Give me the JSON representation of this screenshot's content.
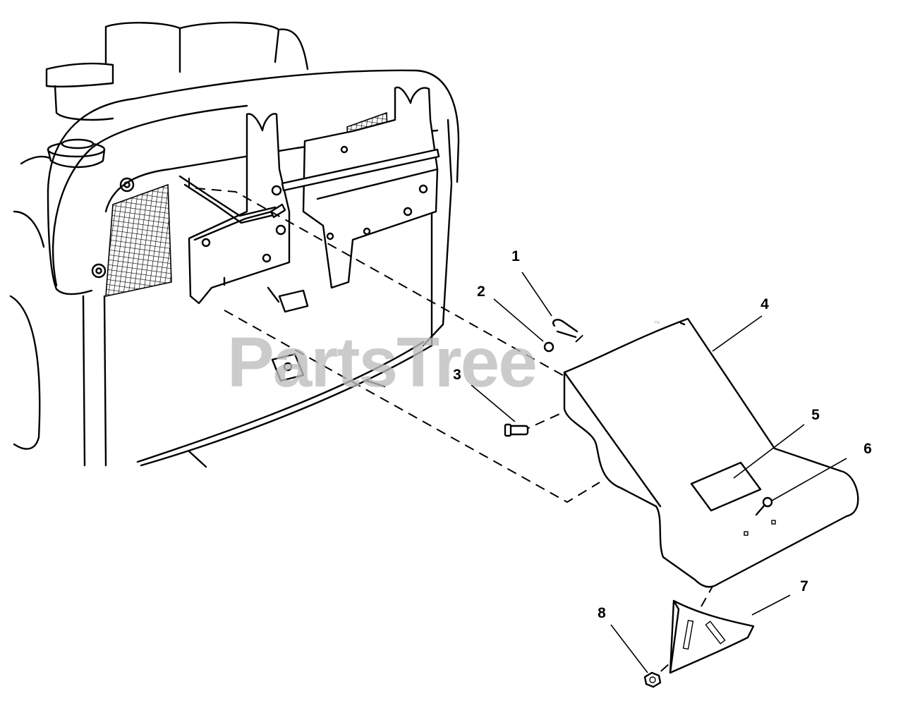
{
  "watermark": {
    "text": "PartsTree",
    "trademark": "™",
    "color": "#bdbdbd"
  },
  "callouts": [
    {
      "id": "1",
      "label": "1"
    },
    {
      "id": "2",
      "label": "2"
    },
    {
      "id": "3",
      "label": "3"
    },
    {
      "id": "4",
      "label": "4"
    },
    {
      "id": "5",
      "label": "5"
    },
    {
      "id": "6",
      "label": "6"
    },
    {
      "id": "7",
      "label": "7"
    },
    {
      "id": "8",
      "label": "8"
    }
  ],
  "colors": {
    "line": "#000000",
    "background": "#ffffff"
  }
}
